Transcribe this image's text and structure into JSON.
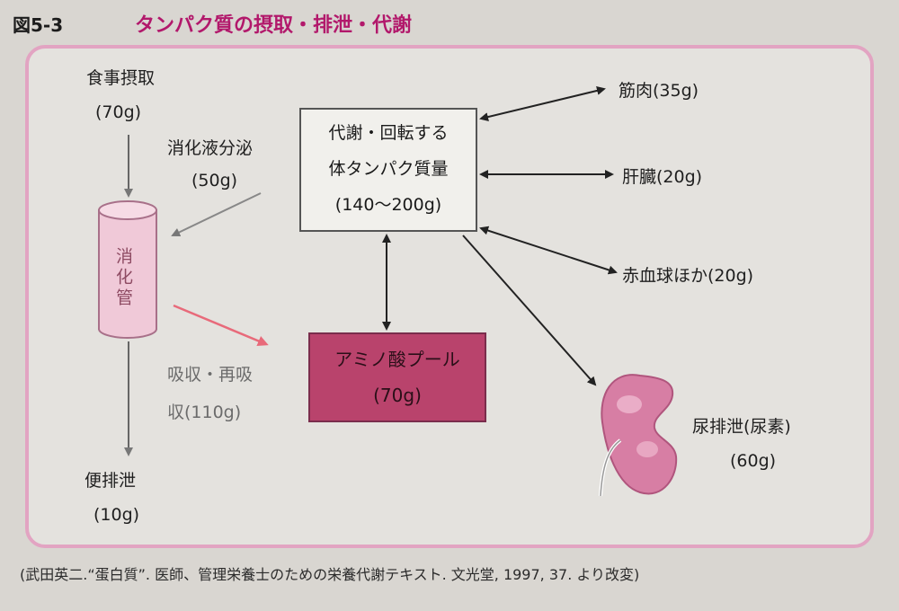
{
  "figure": {
    "number": "図5-3",
    "title": "タンパク質の摂取・排泄・代謝"
  },
  "nodes": {
    "food_intake": {
      "label": "食事摂取",
      "amount": "(70g)"
    },
    "digestive_secretion": {
      "label": "消化液分泌",
      "amount": "(50g)"
    },
    "gut": {
      "label": "消化管"
    },
    "absorption": {
      "label_line1": "吸収・再吸",
      "label_line2": "収(110g)"
    },
    "fecal_excretion": {
      "label": "便排泄",
      "amount": "(10g)"
    },
    "body_protein": {
      "line1": "代謝・回転する",
      "line2": "体タンパク質量",
      "line3": "(140〜200g)"
    },
    "amino_pool": {
      "line1": "アミノ酸プール",
      "line2": "(70g)"
    },
    "muscle": {
      "label": "筋肉(35g)"
    },
    "liver": {
      "label": "肝臓(20g)"
    },
    "rbc": {
      "label": "赤血球ほか(20g)"
    },
    "urinary": {
      "label": "尿排泄(尿素)",
      "amount": "(60g)"
    }
  },
  "citation": "(武田英二.“蛋白質”. 医師、管理栄養士のための栄養代謝テキスト. 文光堂, 1997, 37. より改変)",
  "colors": {
    "title": "#b2186b",
    "frame": "#e2a4c2",
    "amino_pool": "#b9436c",
    "gut": "#f0c9d8",
    "kidney": "#d77ea4",
    "absorption_arrow": "#e86a7a"
  },
  "icons": {
    "kidney": "kidney-icon",
    "gut": "digestive-tract-icon"
  }
}
